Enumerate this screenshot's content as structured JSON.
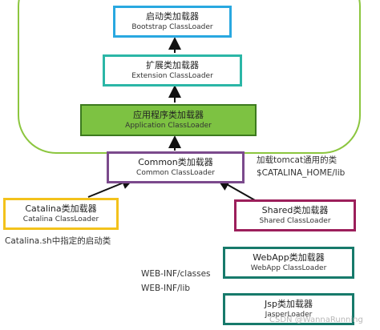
{
  "boxes": {
    "bootstrap": {
      "title": "启动类加载器",
      "subtitle": "Bootstrap ClassLoader"
    },
    "extension": {
      "title": "扩展类加载器",
      "subtitle": "Extension ClassLoader"
    },
    "application": {
      "title": "应用程序类加载器",
      "subtitle": "Application ClassLoader"
    },
    "common": {
      "title": "Common类加载器",
      "subtitle": "Common ClassLoader"
    },
    "catalina": {
      "title": "Catalina类加载器",
      "subtitle": "Catalina ClassLoader"
    },
    "shared": {
      "title": "Shared类加载器",
      "subtitle": "Shared ClassLoader"
    },
    "webapp": {
      "title": "WebApp类加载器",
      "subtitle": "WebApp ClassLoader"
    },
    "jsp": {
      "title": "Jsp类加载器",
      "subtitle": "JasperLoader"
    }
  },
  "notes": {
    "common_line1": "加载tomcat通用的类",
    "common_line2": "$CATALINA_HOME/lib",
    "catalina": "Catalina.sh中指定的启动类",
    "webinf_classes": "WEB-INF/classes",
    "webinf_lib": "WEB-INF/lib"
  },
  "watermark": "CSDN @WannaRunning",
  "colors": {
    "frame": "#8cc63f",
    "arrow": "#111111"
  }
}
